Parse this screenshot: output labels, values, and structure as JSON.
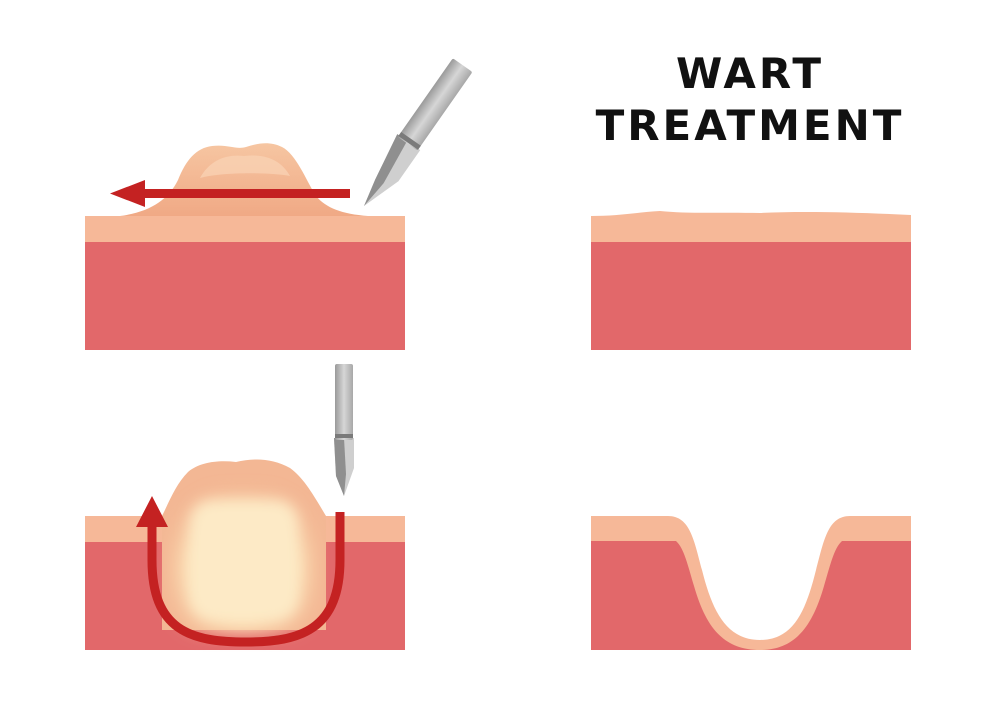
{
  "title": {
    "line1": "WART",
    "line2": "TREATMENT"
  },
  "colors": {
    "background": "#ffffff",
    "epidermis": "#f6b898",
    "dermis": "#e2686a",
    "wart_outer": "#f3b794",
    "wart_core": "#fde9c4",
    "arrow": "#c42222",
    "blade_light": "#d9d9d9",
    "blade_dark": "#8c8c8c"
  },
  "panels": [
    {
      "name": "shave-excision",
      "icons": [
        "skin-block-icon",
        "raised-wart-icon",
        "scalpel-icon",
        "left-arrow-icon"
      ]
    },
    {
      "name": "shave-result",
      "icons": [
        "skin-block-icon"
      ]
    },
    {
      "name": "deep-excision",
      "icons": [
        "skin-block-icon",
        "deep-wart-icon",
        "scalpel-icon",
        "curved-arrow-icon"
      ]
    },
    {
      "name": "deep-result",
      "icons": [
        "skin-block-icon",
        "crater-icon"
      ]
    }
  ]
}
